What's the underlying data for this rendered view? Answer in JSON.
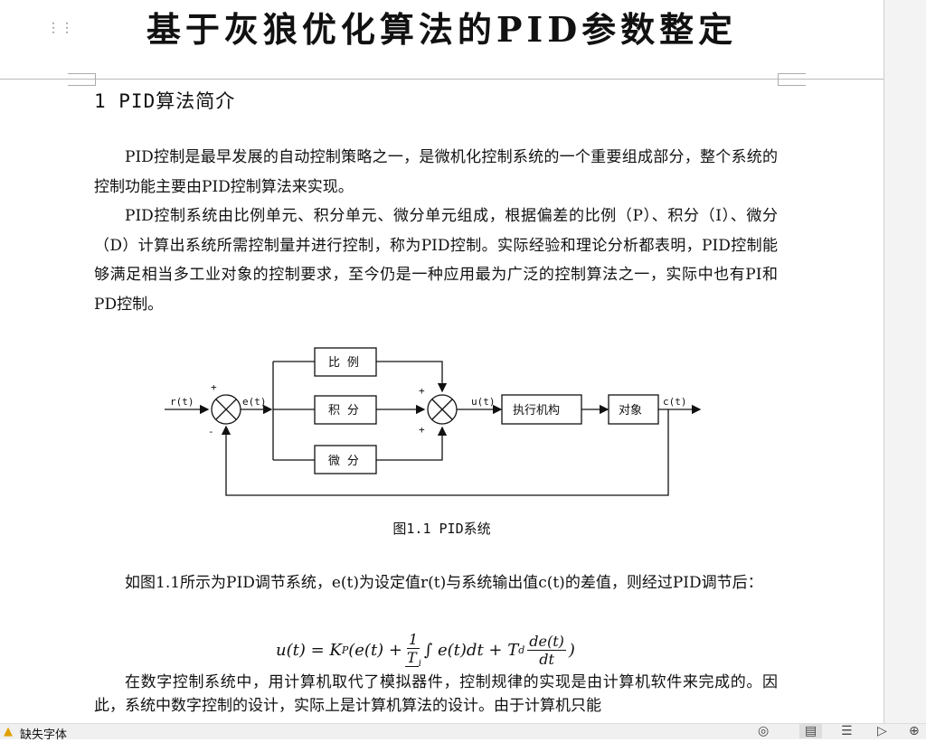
{
  "doc": {
    "title": "基于灰狼优化算法的PID参数整定",
    "heading": "1 PID算法简介",
    "paragraphs": [
      "PID控制是最早发展的自动控制策略之一，是微机化控制系统的一个重要组成部分，整个系统的控制功能主要由PID控制算法来实现。",
      "PID控制系统由比例单元、积分单元、微分单元组成，根据偏差的比例（P）、积分（I）、微分（D）计算出系统所需控制量并进行控制，称为PID控制。实际经验和理论分析都表明，PID控制能够满足相当多工业对象的控制要求，至今仍是一种应用最为广泛的控制算法之一，实际中也有PI和PD控制。",
      "如图1.1所示为PID调节系统，e(t)为设定值r(t)与系统输出值c(t)的差值，则经过PID调节后：",
      "在数字控制系统中，用计算机取代了模拟器件，控制规律的实现是由计算机软件来完成的。因此，系统中数字控制的设计，实际上是计算机算法的设计。由于计算机只能"
    ],
    "figure": {
      "caption": "图1.1 PID系统",
      "blocks": {
        "p": "比 例",
        "i": "积 分",
        "d": "微 分",
        "actuator": "执行机构",
        "plant": "对象"
      },
      "signals": {
        "r": "r(t)",
        "e": "e(t)",
        "u": "u(t)",
        "c": "c(t)"
      },
      "plus": "+",
      "minus": "-"
    },
    "formula": {
      "lhs": "u(t) = K",
      "sub_p": "P",
      "mid": "(e(t) +",
      "num1": "1",
      "den1": "T",
      "sub_i": "i",
      "integral": "∫ e(t)dt + T",
      "sub_d": "d",
      "num2": "de(t)",
      "den2": "dt",
      "end": ")"
    }
  },
  "status": {
    "missing_font": "缺失字体"
  }
}
